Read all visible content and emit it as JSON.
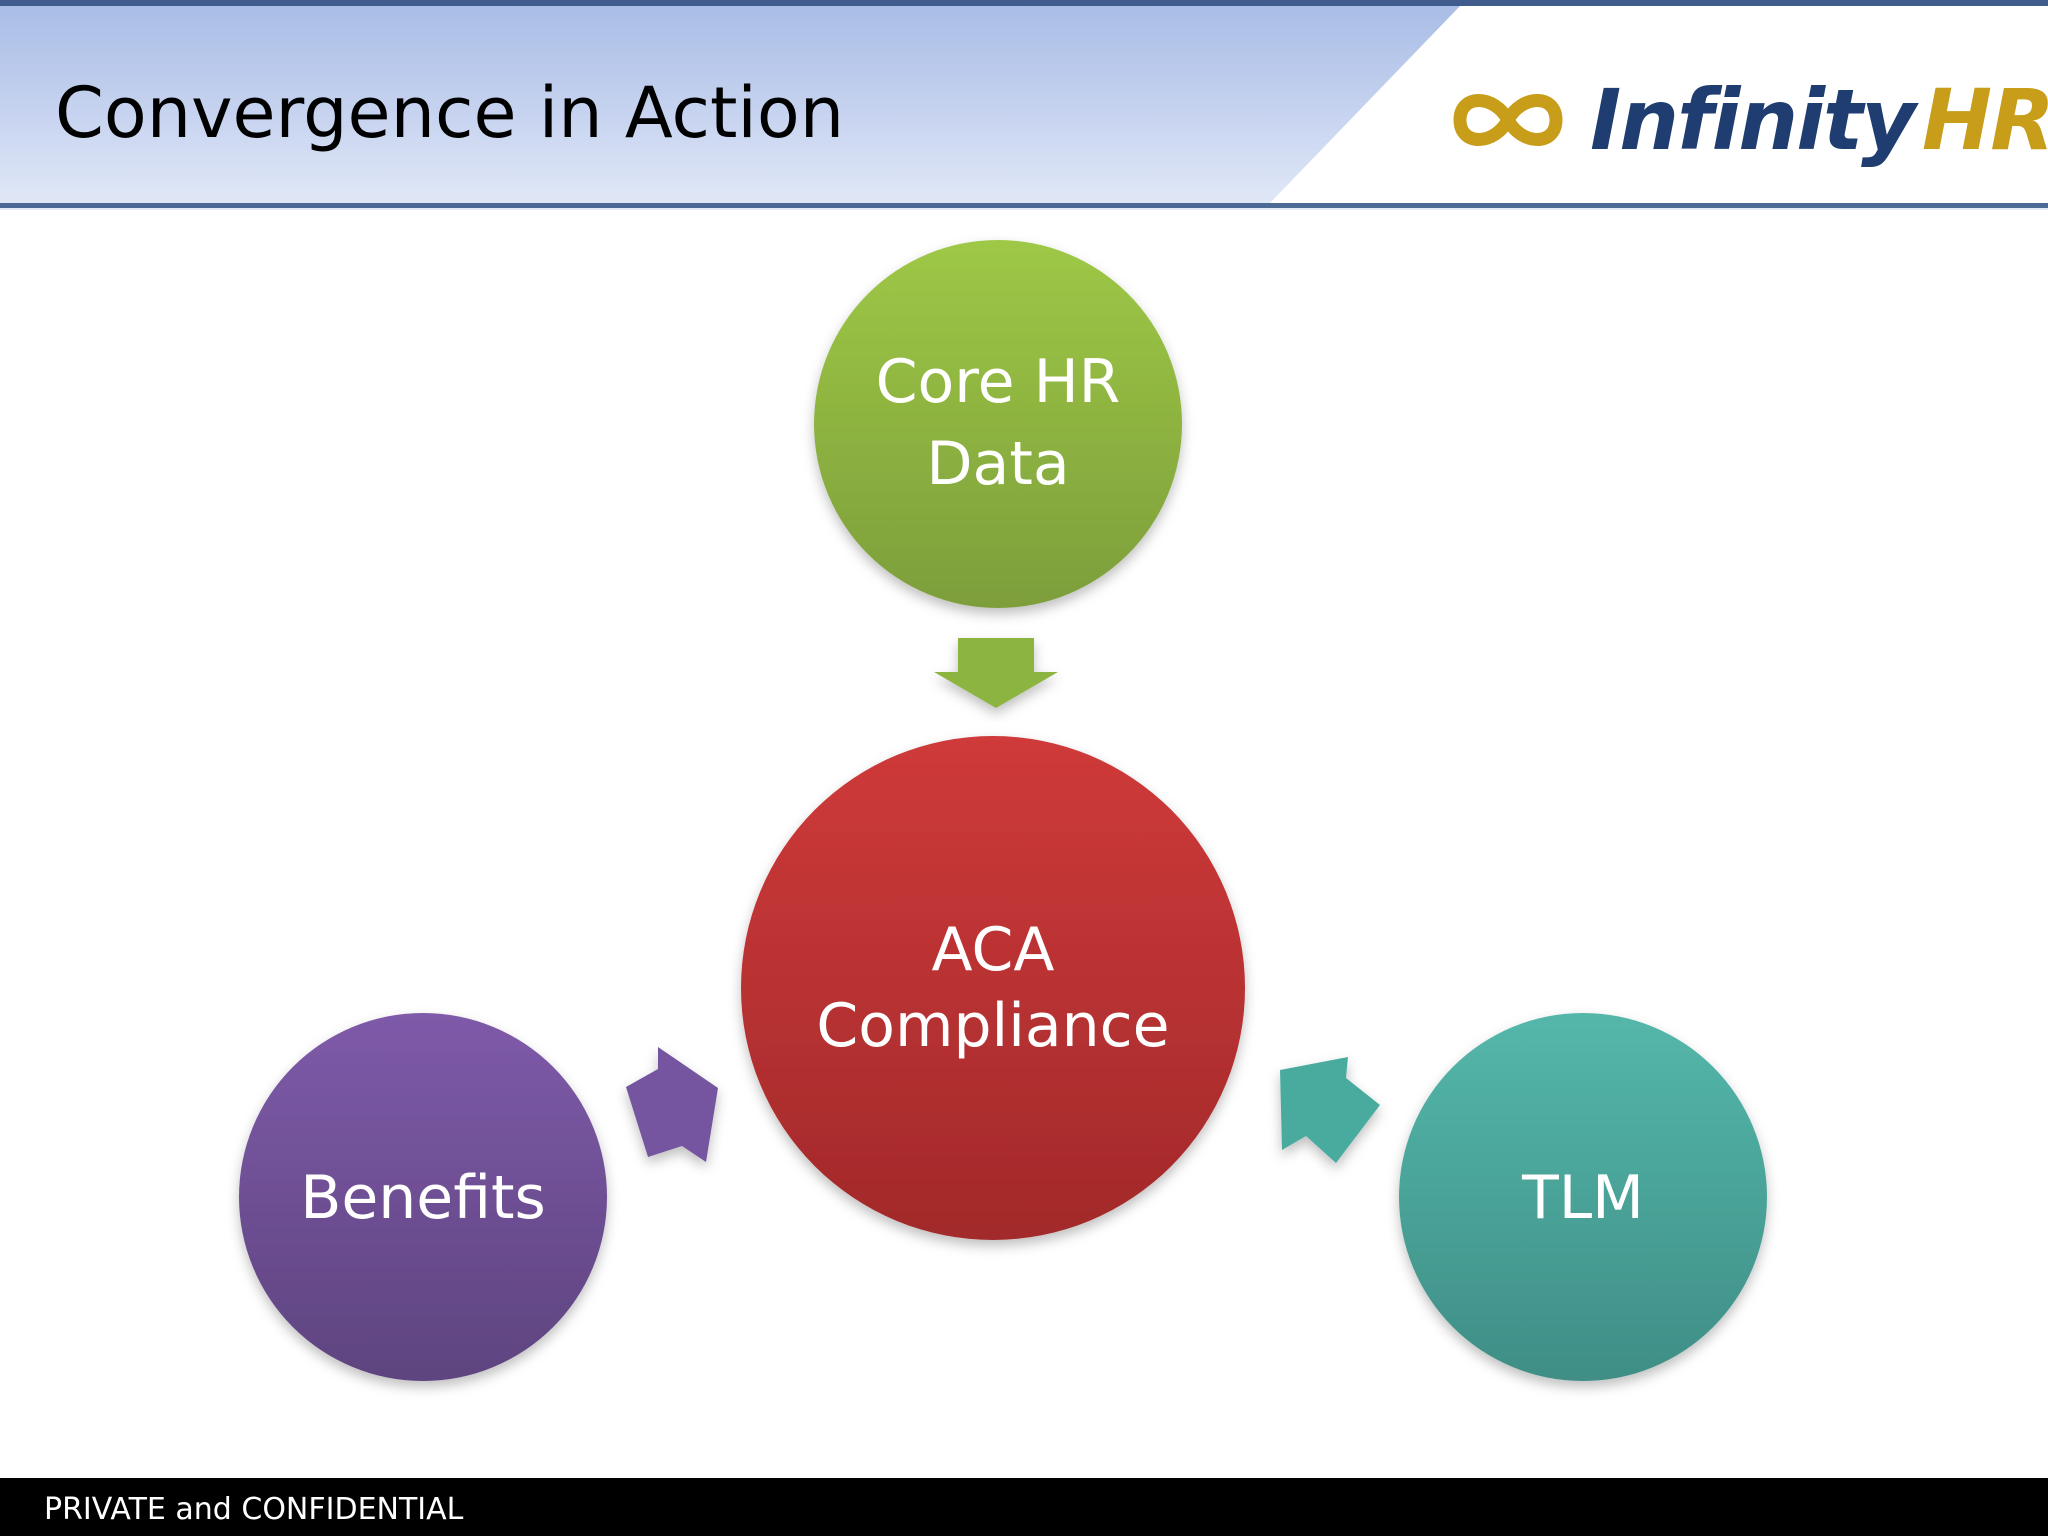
{
  "slide": {
    "title": "Convergence in Action",
    "footer": "PRIVATE and CONFIDENTIAL"
  },
  "logo": {
    "icon": "infinity-icon",
    "text_main": "Infinity",
    "text_accent": "HR"
  },
  "diagram": {
    "center": {
      "line1": "ACA",
      "line2": "Compliance",
      "color": "#c4383b"
    },
    "nodes": [
      {
        "id": "core-hr",
        "line1": "Core HR",
        "line2": "Data",
        "color": "#8cb440"
      },
      {
        "id": "benefits",
        "line1": "Benefits",
        "color": "#74549f"
      },
      {
        "id": "tlm",
        "line1": "TLM",
        "color": "#4aab9e"
      }
    ]
  }
}
